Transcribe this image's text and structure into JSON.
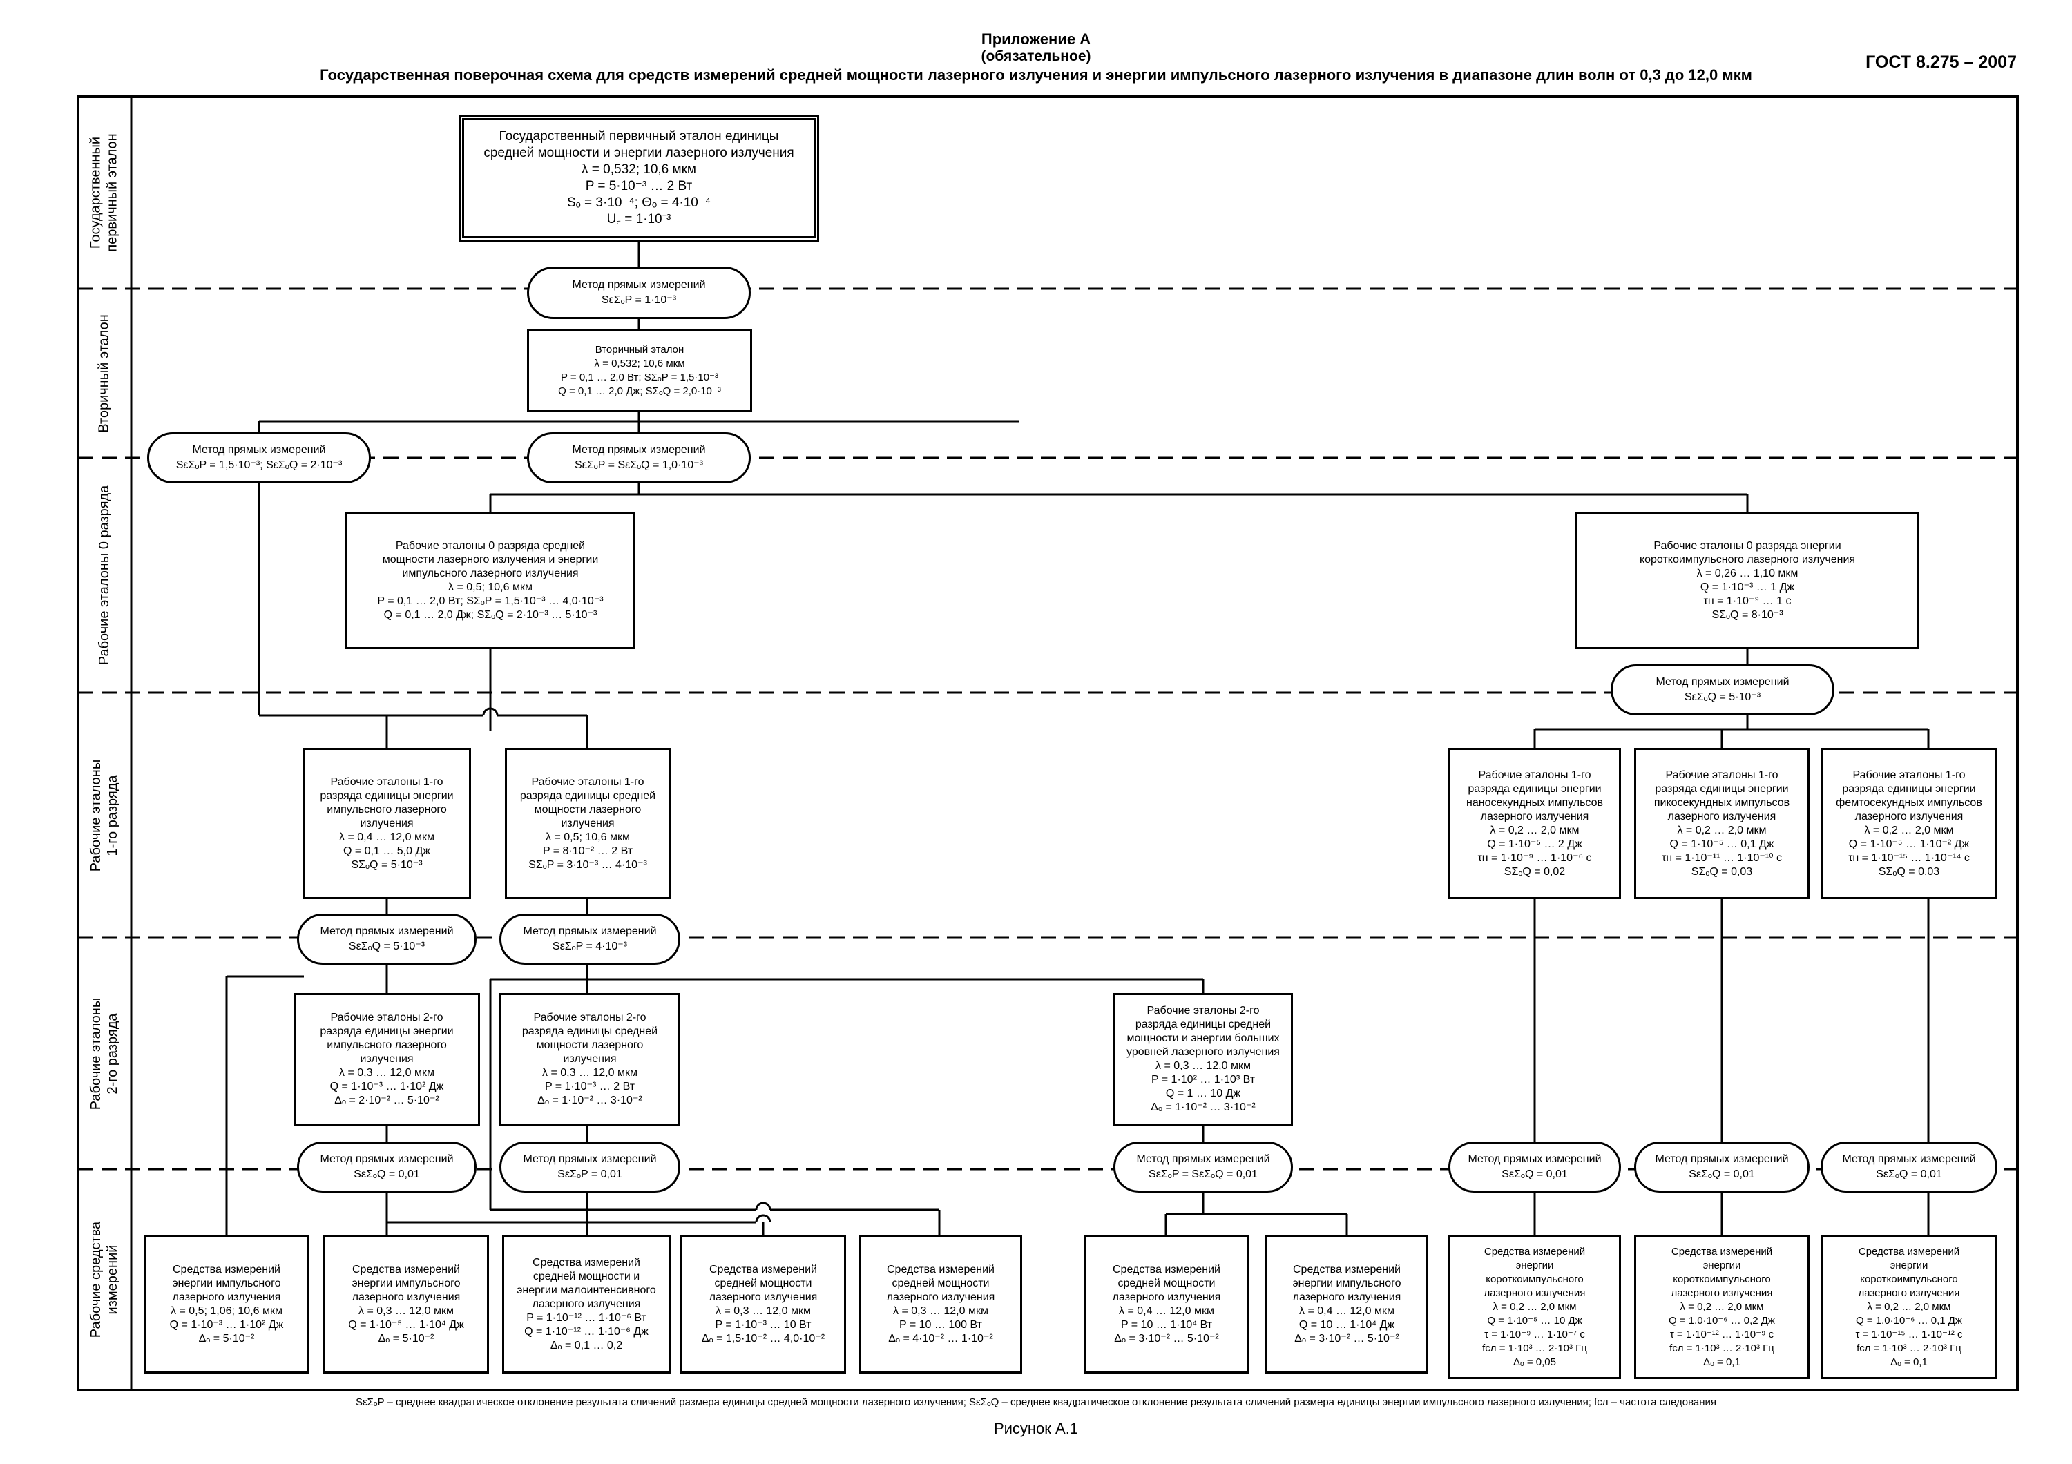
{
  "header": {
    "appendix": "Приложение А",
    "mandatory": "(обязательное)",
    "title": "Государственная поверочная схема для средств измерений средней мощности лазерного излучения и энергии импульсного лазерного излучения в диапазоне длин волн от 0,3 до 12,0 мкм",
    "standard": "ГОСТ 8.275 – 2007"
  },
  "lanes": {
    "lane1": "Государственный\nпервичный эталон",
    "lane2": "Вторичный эталон",
    "lane3": "Рабочие эталоны 0 разряда",
    "lane4": "Рабочие эталоны\n1-го разряда",
    "lane5": "Рабочие эталоны\n2-го разряда",
    "lane6": "Рабочие средства\nизмерений"
  },
  "method_label": "Метод прямых измерений",
  "primary": {
    "l1": "Государственный первичный эталон единицы",
    "l2": "средней мощности и энергии лазерного излучения",
    "l3": "λ = 0,532; 10,6 мкм",
    "l4": "P = 5·10⁻³ … 2 Вт",
    "l5": "Sₒ = 3·10⁻⁴; Θₒ = 4·10⁻⁴",
    "l6": "U꜀ = 1·10⁻³"
  },
  "m1": "SεΣₒP = 1·10⁻³",
  "secondary": {
    "l1": "Вторичный эталон",
    "l2": "λ = 0,532; 10,6 мкм",
    "l3": "P = 0,1 … 2,0 Вт; SΣₒP = 1,5·10⁻³",
    "l4": "Q = 0,1 … 2,0 Дж; SΣₒQ = 2,0·10⁻³"
  },
  "m2a": "SεΣₒP = 1,5·10⁻³; SεΣₒQ = 2·10⁻³",
  "m2b": "SεΣₒP = SεΣₒQ = 1,0·10⁻³",
  "w0_power": {
    "l1": "Рабочие эталоны 0 разряда средней",
    "l2": "мощности лазерного излучения и энергии",
    "l3": "импульсного лазерного излучения",
    "l4": "λ = 0,5; 10,6 мкм",
    "l5": "P = 0,1 … 2,0 Вт; SΣₒP = 1,5·10⁻³ … 4,0·10⁻³",
    "l6": "Q = 0,1 … 2,0 Дж; SΣₒQ = 2·10⁻³ … 5·10⁻³"
  },
  "w0_short": {
    "l1": "Рабочие эталоны 0 разряда энергии",
    "l2": "короткоимпульсного лазерного излучения",
    "l3": "λ = 0,26 … 1,10 мкм",
    "l4": "Q = 1·10⁻³ … 1 Дж",
    "l5": "τн = 1·10⁻⁹ … 1 с",
    "l6": "SΣₒQ = 8·10⁻³"
  },
  "m3": "SεΣₒQ = 5·10⁻³",
  "w1_energy": {
    "l1": "Рабочие эталоны 1-го",
    "l2": "разряда единицы энергии",
    "l3": "импульсного лазерного",
    "l4": "излучения",
    "l5": "λ = 0,4 … 12,0 мкм",
    "l6": "Q = 0,1 … 5,0 Дж",
    "l7": "SΣₒQ = 5·10⁻³"
  },
  "w1_power": {
    "l1": "Рабочие эталоны 1-го",
    "l2": "разряда единицы средней",
    "l3": "мощности лазерного",
    "l4": "излучения",
    "l5": "λ = 0,5; 10,6 мкм",
    "l6": "P = 8·10⁻² … 2 Вт",
    "l7": "SΣₒP = 3·10⁻³ … 4·10⁻³"
  },
  "w1_nano": {
    "l1": "Рабочие эталоны 1-го",
    "l2": "разряда единицы энергии",
    "l3": "наносекундных импульсов",
    "l4": "лазерного излучения",
    "l5": "λ = 0,2 … 2,0 мкм",
    "l6": "Q = 1·10⁻⁵ … 2 Дж",
    "l7": "τн = 1·10⁻⁹ … 1·10⁻⁶ с",
    "l8": "SΣₒQ = 0,02"
  },
  "w1_pico": {
    "l1": "Рабочие эталоны 1-го",
    "l2": "разряда единицы энергии",
    "l3": "пикосекундных импульсов",
    "l4": "лазерного излучения",
    "l5": "λ = 0,2 … 2,0 мкм",
    "l6": "Q = 1·10⁻⁵ … 0,1 Дж",
    "l7": "τн = 1·10⁻¹¹ … 1·10⁻¹⁰ с",
    "l8": "SΣₒQ = 0,03"
  },
  "w1_femto": {
    "l1": "Рабочие эталоны 1-го",
    "l2": "разряда единицы энергии",
    "l3": "фемтосекундных импульсов",
    "l4": "лазерного излучения",
    "l5": "λ = 0,2 … 2,0 мкм",
    "l6": "Q = 1·10⁻⁵ … 1·10⁻² Дж",
    "l7": "τн = 1·10⁻¹⁵ … 1·10⁻¹⁴ с",
    "l8": "SΣₒQ = 0,03"
  },
  "m4a": "SεΣₒQ = 5·10⁻³",
  "m4b": "SεΣₒP = 4·10⁻³",
  "w2_energy": {
    "l1": "Рабочие эталоны 2-го",
    "l2": "разряда единицы энергии",
    "l3": "импульсного лазерного",
    "l4": "излучения",
    "l5": "λ = 0,3 … 12,0 мкм",
    "l6": "Q = 1·10⁻³ … 1·10² Дж",
    "l7": "Δₒ = 2·10⁻² … 5·10⁻²"
  },
  "w2_power": {
    "l1": "Рабочие эталоны 2-го",
    "l2": "разряда единицы средней",
    "l3": "мощности лазерного",
    "l4": "излучения",
    "l5": "λ = 0,3 … 12,0 мкм",
    "l6": "P = 1·10⁻³ … 2 Вт",
    "l7": "Δₒ = 1·10⁻² … 3·10⁻²"
  },
  "w2_high": {
    "l1": "Рабочие эталоны 2-го",
    "l2": "разряда единицы средней",
    "l3": "мощности и энергии больших",
    "l4": "уровней лазерного излучения",
    "l5": "λ = 0,3 … 12,0 мкм",
    "l6": "P = 1·10² … 1·10³ Вт",
    "l7": "Q = 1 … 10 Дж",
    "l8": "Δₒ = 1·10⁻² … 3·10⁻²"
  },
  "m5a": "SεΣₒQ = 0,01",
  "m5b": "SεΣₒP = 0,01",
  "m5c": "SεΣₒP = SεΣₒQ = 0,01",
  "m5d": "SεΣₒQ = 0,01",
  "m5e": "SεΣₒQ = 0,01",
  "m5f": "SεΣₒQ = 0,01",
  "r1": {
    "l1": "Средства измерений",
    "l2": "энергии импульсного",
    "l3": "лазерного излучения",
    "l4": "λ = 0,5; 1,06; 10,6 мкм",
    "l5": "Q = 1·10⁻³ … 1·10² Дж",
    "l6": "Δₒ = 5·10⁻²"
  },
  "r2": {
    "l1": "Средства измерений",
    "l2": "энергии импульсного",
    "l3": "лазерного излучения",
    "l4": "λ = 0,3 … 12,0 мкм",
    "l5": "Q = 1·10⁻⁵ … 1·10⁴ Дж",
    "l6": "Δₒ = 5·10⁻²"
  },
  "r3": {
    "l1": "Средства измерений",
    "l2": "средней мощности и",
    "l3": "энергии малоинтенсивного",
    "l4": "лазерного излучения",
    "l5": "P = 1·10⁻¹² … 1·10⁻⁶ Вт",
    "l6": "Q = 1·10⁻¹² … 1·10⁻⁶ Дж",
    "l7": "Δₒ = 0,1 … 0,2"
  },
  "r4": {
    "l1": "Средства измерений",
    "l2": "средней мощности",
    "l3": "лазерного излучения",
    "l4": "λ = 0,3 … 12,0 мкм",
    "l5": "P = 1·10⁻³ … 10 Вт",
    "l6": "Δₒ = 1,5·10⁻² … 4,0·10⁻²"
  },
  "r5": {
    "l1": "Средства измерений",
    "l2": "средней мощности",
    "l3": "лазерного излучения",
    "l4": "λ = 0,3 … 12,0 мкм",
    "l5": "P = 10 … 100 Вт",
    "l6": "Δₒ = 4·10⁻² … 1·10⁻²"
  },
  "r6": {
    "l1": "Средства измерений",
    "l2": "средней мощности",
    "l3": "лазерного излучения",
    "l4": "λ = 0,4 … 12,0 мкм",
    "l5": "P = 10 … 1·10⁴ Вт",
    "l6": "Δₒ = 3·10⁻² … 5·10⁻²"
  },
  "r7": {
    "l1": "Средства измерений",
    "l2": "энергии импульсного",
    "l3": "лазерного излучения",
    "l4": "λ = 0,4 … 12,0 мкм",
    "l5": "Q = 10 … 1·10⁴ Дж",
    "l6": "Δₒ = 3·10⁻² … 5·10⁻²"
  },
  "r8": {
    "l1": "Средства измерений",
    "l2": "энергии",
    "l3": "короткоимпульсного",
    "l4": "лазерного излучения",
    "l5": "λ = 0,2 … 2,0 мкм",
    "l6": "Q = 1·10⁻⁵ … 10 Дж",
    "l7": "τ = 1·10⁻⁹ … 1·10⁻⁷ с",
    "l8": "fсл = 1·10³ … 2·10³ Гц",
    "l9": "Δₒ = 0,05"
  },
  "r9": {
    "l1": "Средства измерений",
    "l2": "энергии",
    "l3": "короткоимпульсного",
    "l4": "лазерного излучения",
    "l5": "λ = 0,2 … 2,0 мкм",
    "l6": "Q = 1,0·10⁻⁶ … 0,2 Дж",
    "l7": "τ = 1·10⁻¹² … 1·10⁻⁹ с",
    "l8": "fсл = 1·10³ … 2·10³ Гц",
    "l9": "Δₒ = 0,1"
  },
  "r10": {
    "l1": "Средства измерений",
    "l2": "энергии",
    "l3": "короткоимпульсного",
    "l4": "лазерного излучения",
    "l5": "λ = 0,2 … 2,0 мкм",
    "l6": "Q = 1,0·10⁻⁶ … 0,1 Дж",
    "l7": "τ = 1·10⁻¹⁵ … 1·10⁻¹² с",
    "l8": "fсл = 1·10³ … 2·10³ Гц",
    "l9": "Δₒ = 0,1"
  },
  "footnote": "SεΣₒP – среднее квадратическое отклонение результата сличений размера единицы средней мощности лазерного излучения; SεΣₒQ – среднее квадратическое отклонение результата сличений размера единицы энергии импульсного лазерного излучения; fсл – частота следования",
  "figure_caption": "Рисунок А.1"
}
